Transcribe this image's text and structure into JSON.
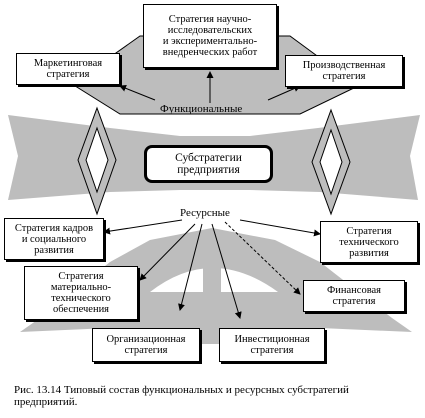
{
  "diagram": {
    "center": "Субстратегии\nпредприятия",
    "functional_label": "Функциональные",
    "resource_label": "Ресурсные",
    "functional_boxes": {
      "rnd": "Стратегия научно-\nисследовательских\nи экспериментально-\nвнедренческих работ",
      "marketing": "Маркетинговая\nстратегия",
      "production": "Производственная\nстратегия"
    },
    "resource_boxes": {
      "personnel": "Стратегия кадров\nи социального\nразвития",
      "technical": "Стратегия\nтехнического\nразвития",
      "material": "Стратегия\nматериально-\nтехнического\nобеспечения",
      "financial": "Финансовая\nстратегия",
      "organizational": "Организационная\nстратегия",
      "investment": "Инвестиционная\nстратегия"
    }
  },
  "caption": "Рис. 13.14 Типовый состав  функциональных и ресурсных субстратегий\n                  предприятий."
}
